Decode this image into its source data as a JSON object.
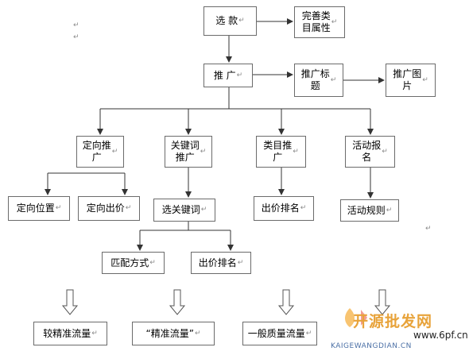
{
  "diagram": {
    "nodes": {
      "select": {
        "text": "选 款"
      },
      "perfect": {
        "text": "完善类\n目属性"
      },
      "promote": {
        "text": "推 广"
      },
      "promo_title": {
        "text": "推广标\n题"
      },
      "promo_image": {
        "text": "推广图\n片"
      },
      "directed": {
        "text": "定向推\n广"
      },
      "keyword": {
        "text": "关键词\n推广"
      },
      "category": {
        "text": "类目推\n广"
      },
      "activity": {
        "text": "活动报\n名"
      },
      "dir_position": {
        "text": "定向位置"
      },
      "dir_bid": {
        "text": "定向出价"
      },
      "select_kw": {
        "text": "选关键词"
      },
      "cat_rank": {
        "text": "出价排名"
      },
      "act_rules": {
        "text": "活动规则"
      },
      "match_type": {
        "text": "匹配方式"
      },
      "kw_rank": {
        "text": "出价排名"
      },
      "precise_flow": {
        "text": "较精准流量"
      },
      "quoted_flow": {
        "text": "“精准流量”"
      },
      "general_flow": {
        "text": "一般质量流量"
      }
    },
    "paragraph_mark": "↵"
  },
  "watermark": {
    "logo_text": "开源批发网",
    "domain": "www.6pf.cn",
    "sub_text": "KAIGEWANGDIAN.CN"
  }
}
